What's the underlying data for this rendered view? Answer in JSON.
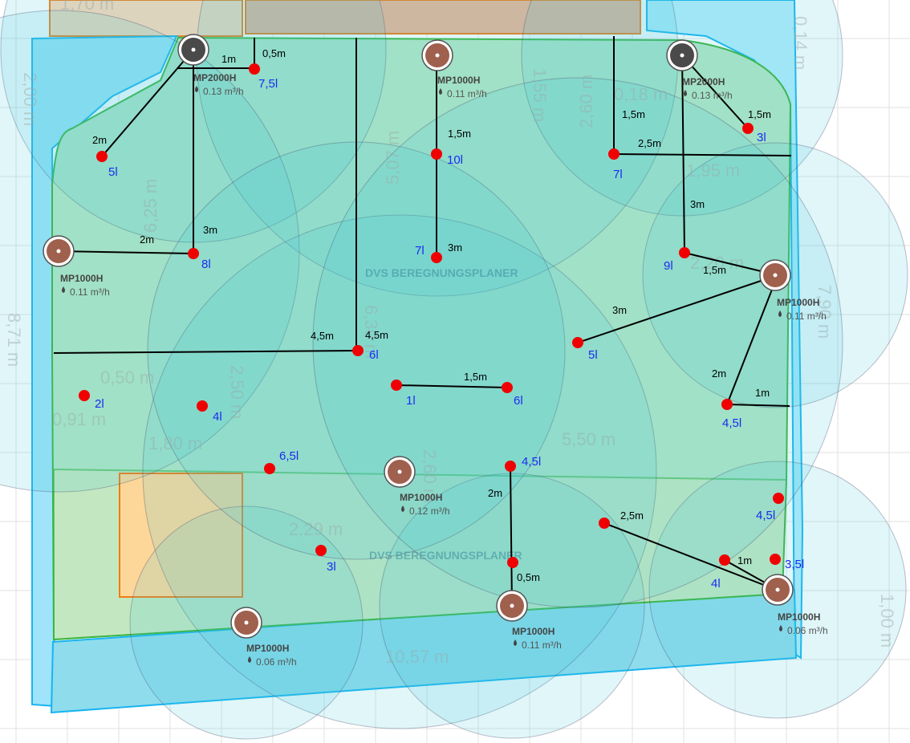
{
  "watermark": "DVS BEREGNUNGSPLANER",
  "colors": {
    "lawn": "#b4e6c4",
    "lawn_border": "#3cb43c",
    "path": "#9fe4fa",
    "path_border": "#19b4f0",
    "coverage": "#3cc8dc",
    "house": "#e9b497",
    "bed": "#fdd79a",
    "bed_border": "#f07d14",
    "head_dark": "#4a4a4a",
    "head_brown": "#a0604e",
    "point": "#f00000",
    "volume_text": "#1a2cf0"
  },
  "sprinklers": [
    {
      "model": "MP2000H",
      "flow": "0.13 m³/h",
      "type": "dark"
    },
    {
      "model": "MP1000H",
      "flow": "0.11 m³/h",
      "type": "brown"
    },
    {
      "model": "MP2000H",
      "flow": "0.13 m³/h",
      "type": "dark"
    },
    {
      "model": "MP1000H",
      "flow": "0.11 m³/h",
      "type": "brown"
    },
    {
      "model": "MP1000H",
      "flow": "0.11 m³/h",
      "type": "brown"
    },
    {
      "model": "MP1000H",
      "flow": "0.12 m³/h",
      "type": "brown"
    },
    {
      "model": "MP1000H",
      "flow": "0.11 m³/h",
      "type": "brown"
    },
    {
      "model": "MP1000H",
      "flow": "0.06 m³/h",
      "type": "brown"
    },
    {
      "model": "MP1000H",
      "flow": "0.06 m³/h",
      "type": "brown"
    }
  ],
  "measure_points": [
    "7,5l",
    "5l",
    "8l",
    "10l",
    "7l",
    "7l",
    "3l",
    "9l",
    "5l",
    "6l",
    "2l",
    "4l",
    "1l",
    "6l",
    "4,5l",
    "6,5l",
    "4,5l",
    "4,5l",
    "",
    "3l",
    "",
    "4l",
    "3,5l"
  ],
  "distances": [
    "2m",
    "3m",
    "1m",
    "0,5m",
    "2m",
    "4,5m",
    "4,5m",
    "1,5m",
    "3m",
    "1,5m",
    "2,5m",
    "1,5m",
    "3m",
    "1,5m",
    "3m",
    "2m",
    "1m",
    "1,5m",
    "2m",
    "0,5m",
    "2,5m",
    "1m"
  ],
  "dimensions": [
    "1,70 m",
    "2,00 m",
    "8,71 m",
    "6,25 m",
    "5,07 m",
    "1,55 m",
    "2,60 m",
    "0,18 m",
    "1,95 m",
    "2,20 m",
    "7,90 m",
    "0,14 m",
    "0,50 m",
    "0,91 m",
    "2,50 m",
    "1,80 m",
    "5,50 m",
    "2,60 m",
    "2,29 m",
    "10,57 m",
    "1,00 m",
    "6,30 m"
  ]
}
